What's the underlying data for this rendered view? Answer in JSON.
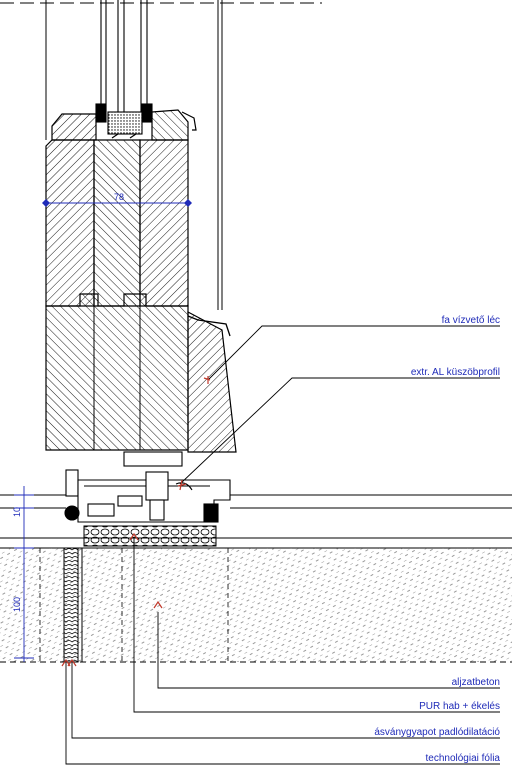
{
  "labels": {
    "fa_vizveto_lec": "fa vízvető léc",
    "extr_al_kuszobprofil": "extr. AL küszöbprofil",
    "aljzatbeton": "aljzatbeton",
    "pur_hab_ekeles": "PUR hab + ékelés",
    "asvanygyapot": "ásványgyapot padlódilatáció",
    "technologiai_folia": "technológiai fólia"
  },
  "dimensions": {
    "frame_depth": "78",
    "gap": "10",
    "slab": "100"
  },
  "colors": {
    "label_blue": "#1f2bb8",
    "leader_red": "#c0392b",
    "line": "#000000"
  }
}
